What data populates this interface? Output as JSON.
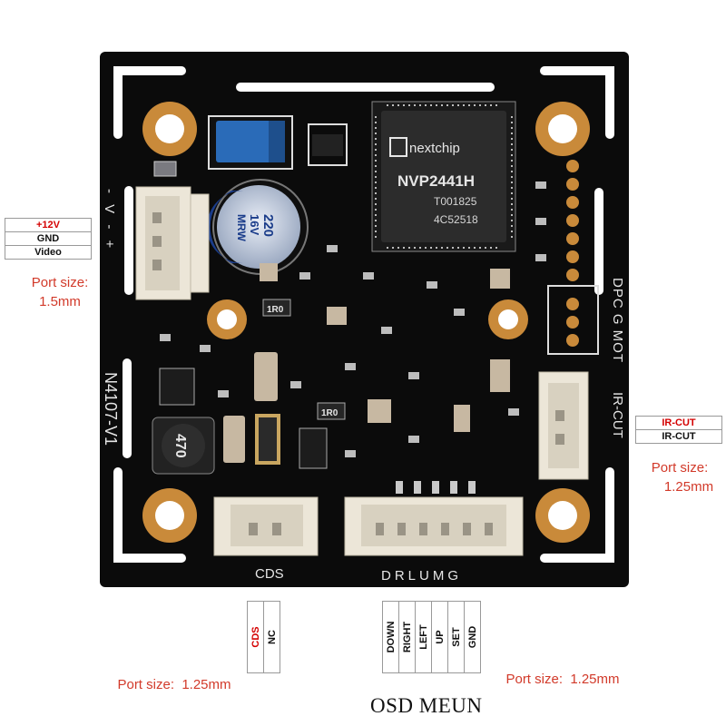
{
  "board": {
    "chip_brand": "nextchip",
    "chip_model": "NVP2441H",
    "chip_code1": "T001825",
    "chip_code2": "4C52518",
    "capacitor_l1": "MRW",
    "capacitor_l2": "16V",
    "capacitor_l3": "220",
    "inductor_value": "470",
    "resistor1": "1R0",
    "resistor2": "1R0",
    "model": "N4107-V1",
    "silk_power": "- V - +",
    "silk_right": "DPC G MOT",
    "silk_ircut": "IR-CUT",
    "silk_cds": "CDS",
    "silk_osd": "DRLUMG"
  },
  "left_port": {
    "pins": [
      "+12V",
      "GND",
      "Video"
    ],
    "note_line1": "Port size:",
    "note_line2": "1.5mm"
  },
  "right_port": {
    "pins": [
      "IR-CUT",
      "IR-CUT"
    ],
    "note_line1": "Port size:",
    "note_line2": "1.25mm"
  },
  "cds_port": {
    "pins": [
      "CDS",
      "NC"
    ],
    "note": "Port size:  1.25mm"
  },
  "osd_port": {
    "pins": [
      "DOWN",
      "RIGHT",
      "LEFT",
      "UP",
      "SET",
      "GND"
    ],
    "note": "Port size:  1.25mm",
    "title": "OSD MEUN"
  },
  "colors": {
    "pcb": "#0b0b0b",
    "pad_gold": "#c98a3a",
    "note_red": "#d23a2a",
    "connector": "#ece6d8"
  }
}
